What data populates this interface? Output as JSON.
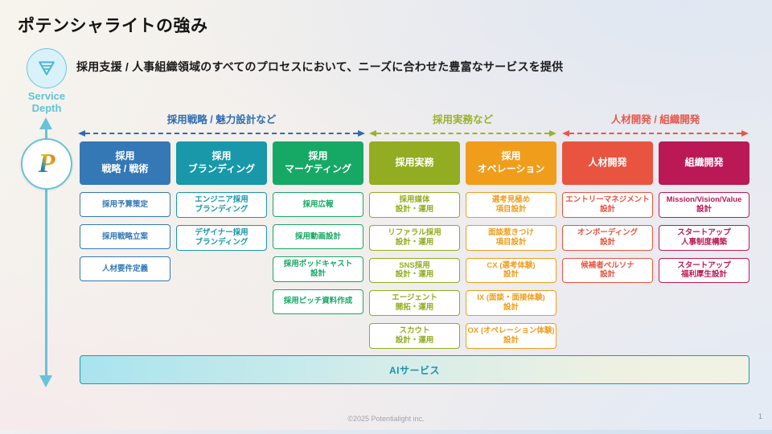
{
  "slide": {
    "title": "ポテンシャライトの強み",
    "subtitle": "採用支援 / 人事組織領域のすべてのプロセスにおいて、ニーズに合わせた豊富なサービスを提供",
    "service_depth_label": "Service\nDepth",
    "footer": {
      "copyright": "©2025 Potentialight inc.",
      "page_number": "1"
    }
  },
  "icons": {
    "service_depth": "funnel-icon",
    "logo": "potentialight-logo",
    "axis": "vertical-double-arrow"
  },
  "colors": {
    "axis": "#67c3d8",
    "ai_bar_border": "#1f9aab",
    "ai_bar_text": "#1d93a6"
  },
  "categories": [
    {
      "label": "採用戦略 / 魅力設計など",
      "color": "#2e6cb0"
    },
    {
      "label": "採用実務など",
      "color": "#9ab22a"
    },
    {
      "label": "人材開発 / 組織開発",
      "color": "#e8564a"
    }
  ],
  "columns": [
    {
      "header": "採用\n戦略 / 戦術",
      "color": "#3478b6",
      "items": [
        "採用予算策定",
        "採用戦略立案",
        "人材要件定義"
      ]
    },
    {
      "header": "採用\nブランディング",
      "color": "#1898a9",
      "items": [
        "エンジニア採用\nブランディング",
        "デザイナー採用\nブランディング"
      ]
    },
    {
      "header": "採用\nマーケティング",
      "color": "#16a865",
      "items": [
        "採用広報",
        "採用動画設計",
        "採用ポッドキャスト\n設計",
        "採用ピッチ資料作成"
      ]
    },
    {
      "header": "採用実務",
      "color": "#92ad21",
      "items": [
        "採用媒体\n設計・運用",
        "リファラル採用\n設計・運用",
        "SNS採用\n設計・運用",
        "エージェント\n開拓・運用",
        "スカウト\n設計・運用"
      ]
    },
    {
      "header": "採用\nオペレーション",
      "color": "#f09d1c",
      "items": [
        "選考見極め\n項目設計",
        "面談惹きつけ\n項目設計",
        "CX (選考体験)\n設計",
        "IX (面談・面接体験)\n設計",
        "OX (オペレーション体験)\n設計"
      ]
    },
    {
      "header": "人材開発",
      "color": "#e85440",
      "items": [
        "エントリーマネジメント\n設計",
        "オンボーディング\n設計",
        "候補者ペルソナ\n設計"
      ]
    },
    {
      "header": "組織開発",
      "color": "#bb1955",
      "items": [
        "Mission/Vision/Value\n設計",
        "スタートアップ\n人事制度構築",
        "スタートアップ\n福利厚生設計"
      ]
    }
  ],
  "ai_bar": {
    "label": "AIサービス"
  }
}
